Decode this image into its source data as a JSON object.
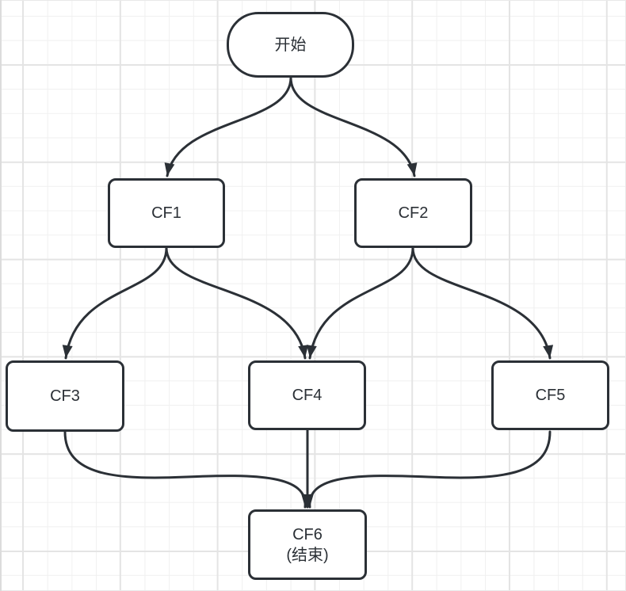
{
  "diagram": {
    "nodes": {
      "start": {
        "label": "开始",
        "shape": "terminator"
      },
      "cf1": {
        "label": "CF1",
        "shape": "process"
      },
      "cf2": {
        "label": "CF2",
        "shape": "process"
      },
      "cf3": {
        "label": "CF3",
        "shape": "process"
      },
      "cf4": {
        "label": "CF4",
        "shape": "process"
      },
      "cf5": {
        "label": "CF5",
        "shape": "process"
      },
      "cf6": {
        "label": "CF6",
        "sublabel": "(结束)",
        "shape": "process"
      }
    },
    "edges": [
      {
        "from": "开始",
        "to": "CF1"
      },
      {
        "from": "开始",
        "to": "CF2"
      },
      {
        "from": "CF1",
        "to": "CF3"
      },
      {
        "from": "CF1",
        "to": "CF4"
      },
      {
        "from": "CF2",
        "to": "CF4"
      },
      {
        "from": "CF2",
        "to": "CF5"
      },
      {
        "from": "CF3",
        "to": "CF6"
      },
      {
        "from": "CF4",
        "to": "CF6"
      },
      {
        "from": "CF5",
        "to": "CF6"
      }
    ],
    "colors": {
      "stroke": "#2b3036",
      "node_fill": "#ffffff",
      "background": "#ffffff",
      "grid_minor": "#f0f0f0",
      "grid_major": "#e4e4e4"
    }
  }
}
